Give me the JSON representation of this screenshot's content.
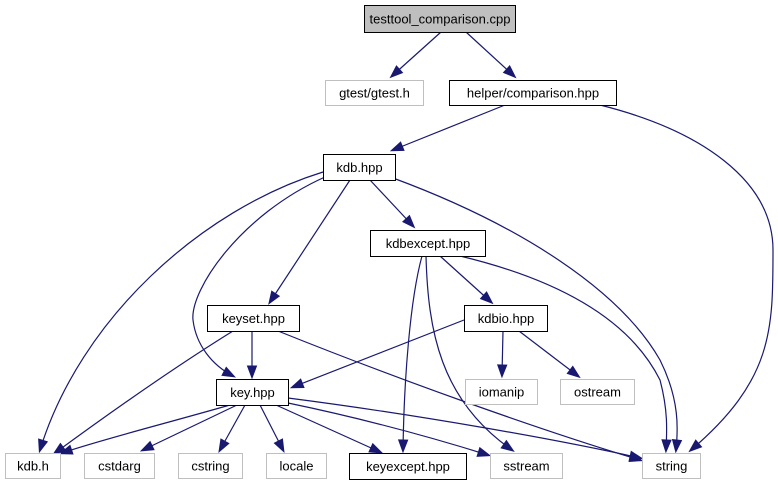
{
  "graph": {
    "title": "testtool_comparison.cpp include dependency graph",
    "colors": {
      "root_fill": "#bfbfbf",
      "root_stroke": "#000000",
      "documented_stroke": "#000000",
      "external_stroke": "#bfbfbf",
      "node_fill": "#ffffff",
      "edge": "#191970"
    },
    "nodes": [
      {
        "id": "root",
        "label": "testtool_comparison.cpp",
        "kind": "root"
      },
      {
        "id": "gtest",
        "label": "gtest/gtest.h",
        "kind": "external"
      },
      {
        "id": "comparison",
        "label": "helper/comparison.hpp",
        "kind": "documented"
      },
      {
        "id": "kdbhpp",
        "label": "kdb.hpp",
        "kind": "documented"
      },
      {
        "id": "kdbexcept",
        "label": "kdbexcept.hpp",
        "kind": "documented"
      },
      {
        "id": "keyset",
        "label": "keyset.hpp",
        "kind": "documented"
      },
      {
        "id": "kdbio",
        "label": "kdbio.hpp",
        "kind": "documented"
      },
      {
        "id": "keyhpp",
        "label": "key.hpp",
        "kind": "documented"
      },
      {
        "id": "iomanip",
        "label": "iomanip",
        "kind": "external"
      },
      {
        "id": "ostream",
        "label": "ostream",
        "kind": "external"
      },
      {
        "id": "kdbh",
        "label": "kdb.h",
        "kind": "external"
      },
      {
        "id": "cstdarg",
        "label": "cstdarg",
        "kind": "external"
      },
      {
        "id": "cstring",
        "label": "cstring",
        "kind": "external"
      },
      {
        "id": "locale",
        "label": "locale",
        "kind": "external"
      },
      {
        "id": "keyexcept",
        "label": "keyexcept.hpp",
        "kind": "documented"
      },
      {
        "id": "sstream",
        "label": "sstream",
        "kind": "external"
      },
      {
        "id": "string",
        "label": "string",
        "kind": "external"
      }
    ],
    "edges": [
      {
        "from": "root",
        "to": "gtest"
      },
      {
        "from": "root",
        "to": "comparison"
      },
      {
        "from": "comparison",
        "to": "kdbhpp"
      },
      {
        "from": "comparison",
        "to": "string"
      },
      {
        "from": "kdbhpp",
        "to": "kdbh"
      },
      {
        "from": "kdbhpp",
        "to": "keyhpp"
      },
      {
        "from": "kdbhpp",
        "to": "keyset"
      },
      {
        "from": "kdbhpp",
        "to": "kdbexcept"
      },
      {
        "from": "kdbhpp",
        "to": "string"
      },
      {
        "from": "kdbexcept",
        "to": "kdbio"
      },
      {
        "from": "kdbexcept",
        "to": "keyexcept"
      },
      {
        "from": "kdbexcept",
        "to": "sstream"
      },
      {
        "from": "kdbexcept",
        "to": "string"
      },
      {
        "from": "keyset",
        "to": "keyhpp"
      },
      {
        "from": "keyset",
        "to": "kdbh"
      },
      {
        "from": "keyset",
        "to": "string"
      },
      {
        "from": "kdbio",
        "to": "keyhpp"
      },
      {
        "from": "kdbio",
        "to": "iomanip"
      },
      {
        "from": "kdbio",
        "to": "ostream"
      },
      {
        "from": "keyhpp",
        "to": "kdbh"
      },
      {
        "from": "keyhpp",
        "to": "cstdarg"
      },
      {
        "from": "keyhpp",
        "to": "cstring"
      },
      {
        "from": "keyhpp",
        "to": "locale"
      },
      {
        "from": "keyhpp",
        "to": "keyexcept"
      },
      {
        "from": "keyhpp",
        "to": "sstream"
      },
      {
        "from": "keyhpp",
        "to": "string"
      }
    ]
  }
}
